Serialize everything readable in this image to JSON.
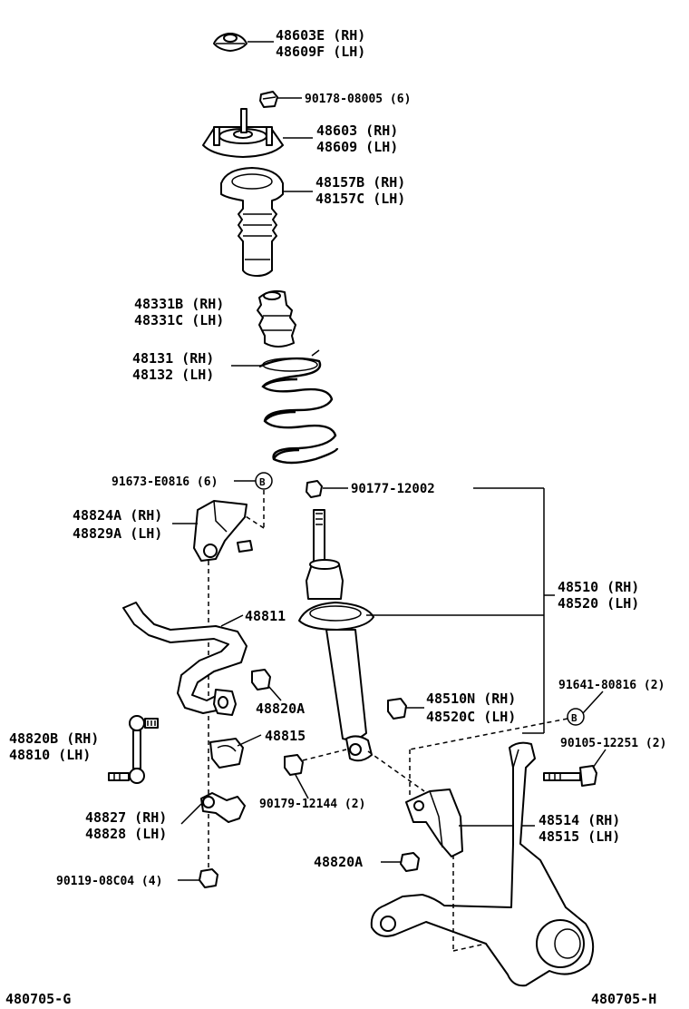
{
  "parts": {
    "strut_support_cap": {
      "rh": "48603E (RH)",
      "lh": "48609F (LH)"
    },
    "support_nut": "90178-08005 (6)",
    "strut_mount": {
      "rh": "48603 (RH)",
      "lh": "48609 (LH)"
    },
    "dust_boot": {
      "rh": "48157B (RH)",
      "lh": "48157C (LH)"
    },
    "bump_stopper": {
      "rh": "48331B (RH)",
      "lh": "48331C (LH)"
    },
    "coil_spring": {
      "rh": "48131 (RH)",
      "lh": "48132 (LH)"
    },
    "bracket_bolt": "91673-E0816 (6)",
    "stabilizer_bracket": {
      "rh": "48824A (RH)",
      "lh": "48829A (LH)"
    },
    "piston_nut": "90177-12002",
    "shock_absorber": {
      "rh": "48510 (RH)",
      "lh": "48520 (LH)"
    },
    "stabilizer_bar": "48811",
    "link_nut_upper": "48820A",
    "shock_absorber_alt": {
      "rh": "48510N (RH)",
      "lh": "48520C (LH)"
    },
    "stabilizer_link": {
      "rh": "48820B (RH)",
      "lh": "48810   (LH)"
    },
    "bushing": "48815",
    "lower_nut": "90179-12144 (2)",
    "lower_bolt_a": "91641-80816 (2)",
    "lower_bolt_b": "90105-12251 (2)",
    "bar_clamp": {
      "rh": "48827 (RH)",
      "lh": "48828 (LH)"
    },
    "fork": {
      "rh": "48514 (RH)",
      "lh": "48515 (LH)"
    },
    "link_nut_lower": "48820A",
    "clamp_bolt": "90119-08C04 (4)"
  },
  "callouts": {
    "ref_b": "B"
  },
  "footer": {
    "left_code": "480705-G",
    "right_code": "480705-H"
  }
}
